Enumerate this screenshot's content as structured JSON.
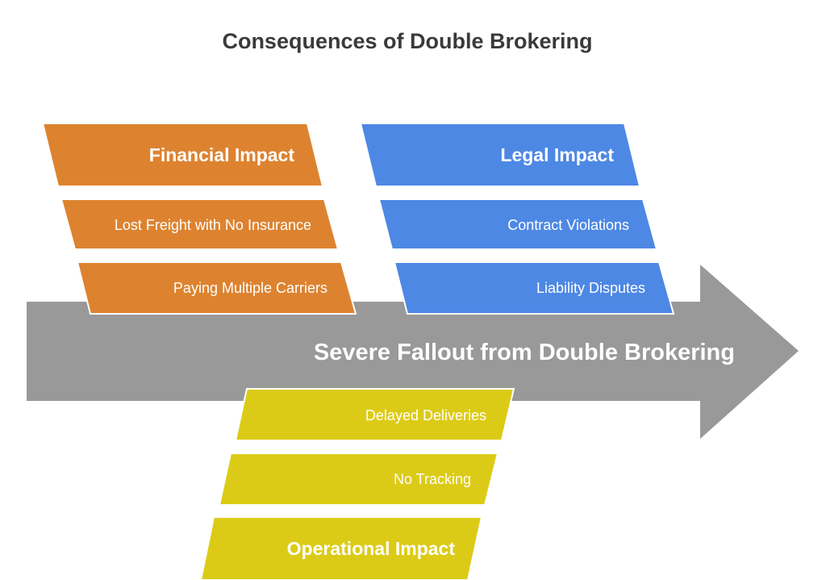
{
  "title": "Consequences of Double Brokering",
  "spine": {
    "label": "Severe Fallout from Double Brokering",
    "color": "#999999"
  },
  "categories": [
    {
      "id": "financial",
      "header": "Financial Impact",
      "color": "#dd8330",
      "items": [
        "Lost Freight with No Insurance",
        "Paying Multiple Carriers"
      ]
    },
    {
      "id": "legal",
      "header": "Legal Impact",
      "color": "#4d88e4",
      "items": [
        "Contract Violations",
        "Liability Disputes"
      ]
    },
    {
      "id": "operational",
      "header": "Operational Impact",
      "color": "#dccb16",
      "items": [
        "Delayed Deliveries",
        "No Tracking"
      ]
    }
  ]
}
